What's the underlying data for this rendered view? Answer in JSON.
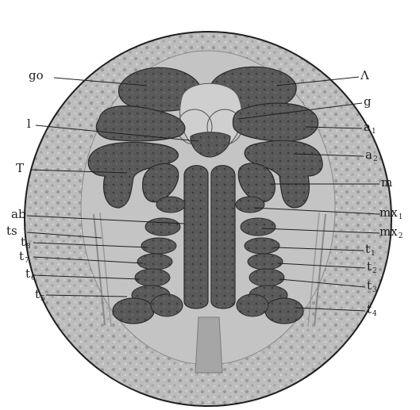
{
  "figure": {
    "colors": {
      "ink": "#1e1e1e",
      "organ": "#4a4a4a",
      "organ_light": "#6e6e6e",
      "egg": "#bdbdbd",
      "egg_inner": "#a8a8a8",
      "paper": "#ffffff"
    },
    "labels": {
      "go": "go",
      "l": "l",
      "T": "T",
      "ab": "ab",
      "ts": "ts",
      "t8": "t",
      "t8_sub": "8",
      "t7": "t",
      "t7_sub": "7",
      "t6": "t",
      "t6_sub": "6",
      "t5": "t",
      "t5_sub": "5",
      "lambda": "Λ",
      "g": "g",
      "a1": "a",
      "a1_sub": "1",
      "a2": "a",
      "a2_sub": "2",
      "m": "m",
      "mx1": "mx",
      "mx1_sub": "1",
      "mx2": "mx",
      "mx2_sub": "2",
      "t1": "t",
      "t1_sub": "1",
      "t2": "t",
      "t2_sub": "2",
      "t3": "t",
      "t3_sub": "3",
      "t4": "t",
      "t4_sub": "4"
    }
  }
}
